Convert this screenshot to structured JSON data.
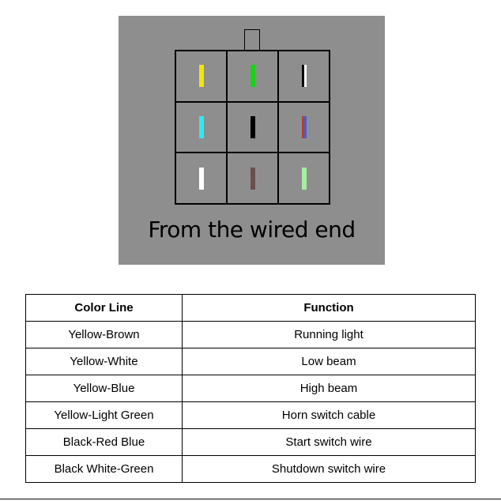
{
  "diagram": {
    "caption": "From the wired end",
    "panel_color": "#8e8e8e",
    "pins": [
      {
        "colors": [
          "#f2e600"
        ]
      },
      {
        "colors": [
          "#19d219"
        ]
      },
      {
        "colors": [
          "#000000",
          "#ffffff"
        ]
      },
      {
        "colors": [
          "#2fe9f5"
        ]
      },
      {
        "colors": [
          "#000000"
        ]
      },
      {
        "colors": [
          "#c0392b",
          "#3a63d8"
        ]
      },
      {
        "colors": [
          "#ffffff"
        ]
      },
      {
        "colors": [
          "#6b4f4f"
        ]
      },
      {
        "colors": [
          "#a6eea0"
        ]
      }
    ]
  },
  "table": {
    "headers": [
      "Color Line",
      "Function"
    ],
    "rows": [
      [
        "Yellow-Brown",
        "Running light"
      ],
      [
        "Yellow-White",
        "Low beam"
      ],
      [
        "Yellow-Blue",
        "High beam"
      ],
      [
        "Yellow-Light Green",
        "Horn switch cable"
      ],
      [
        "Black-Red Blue",
        "Start switch wire"
      ],
      [
        "Black White-Green",
        "Shutdown switch wire"
      ]
    ]
  }
}
